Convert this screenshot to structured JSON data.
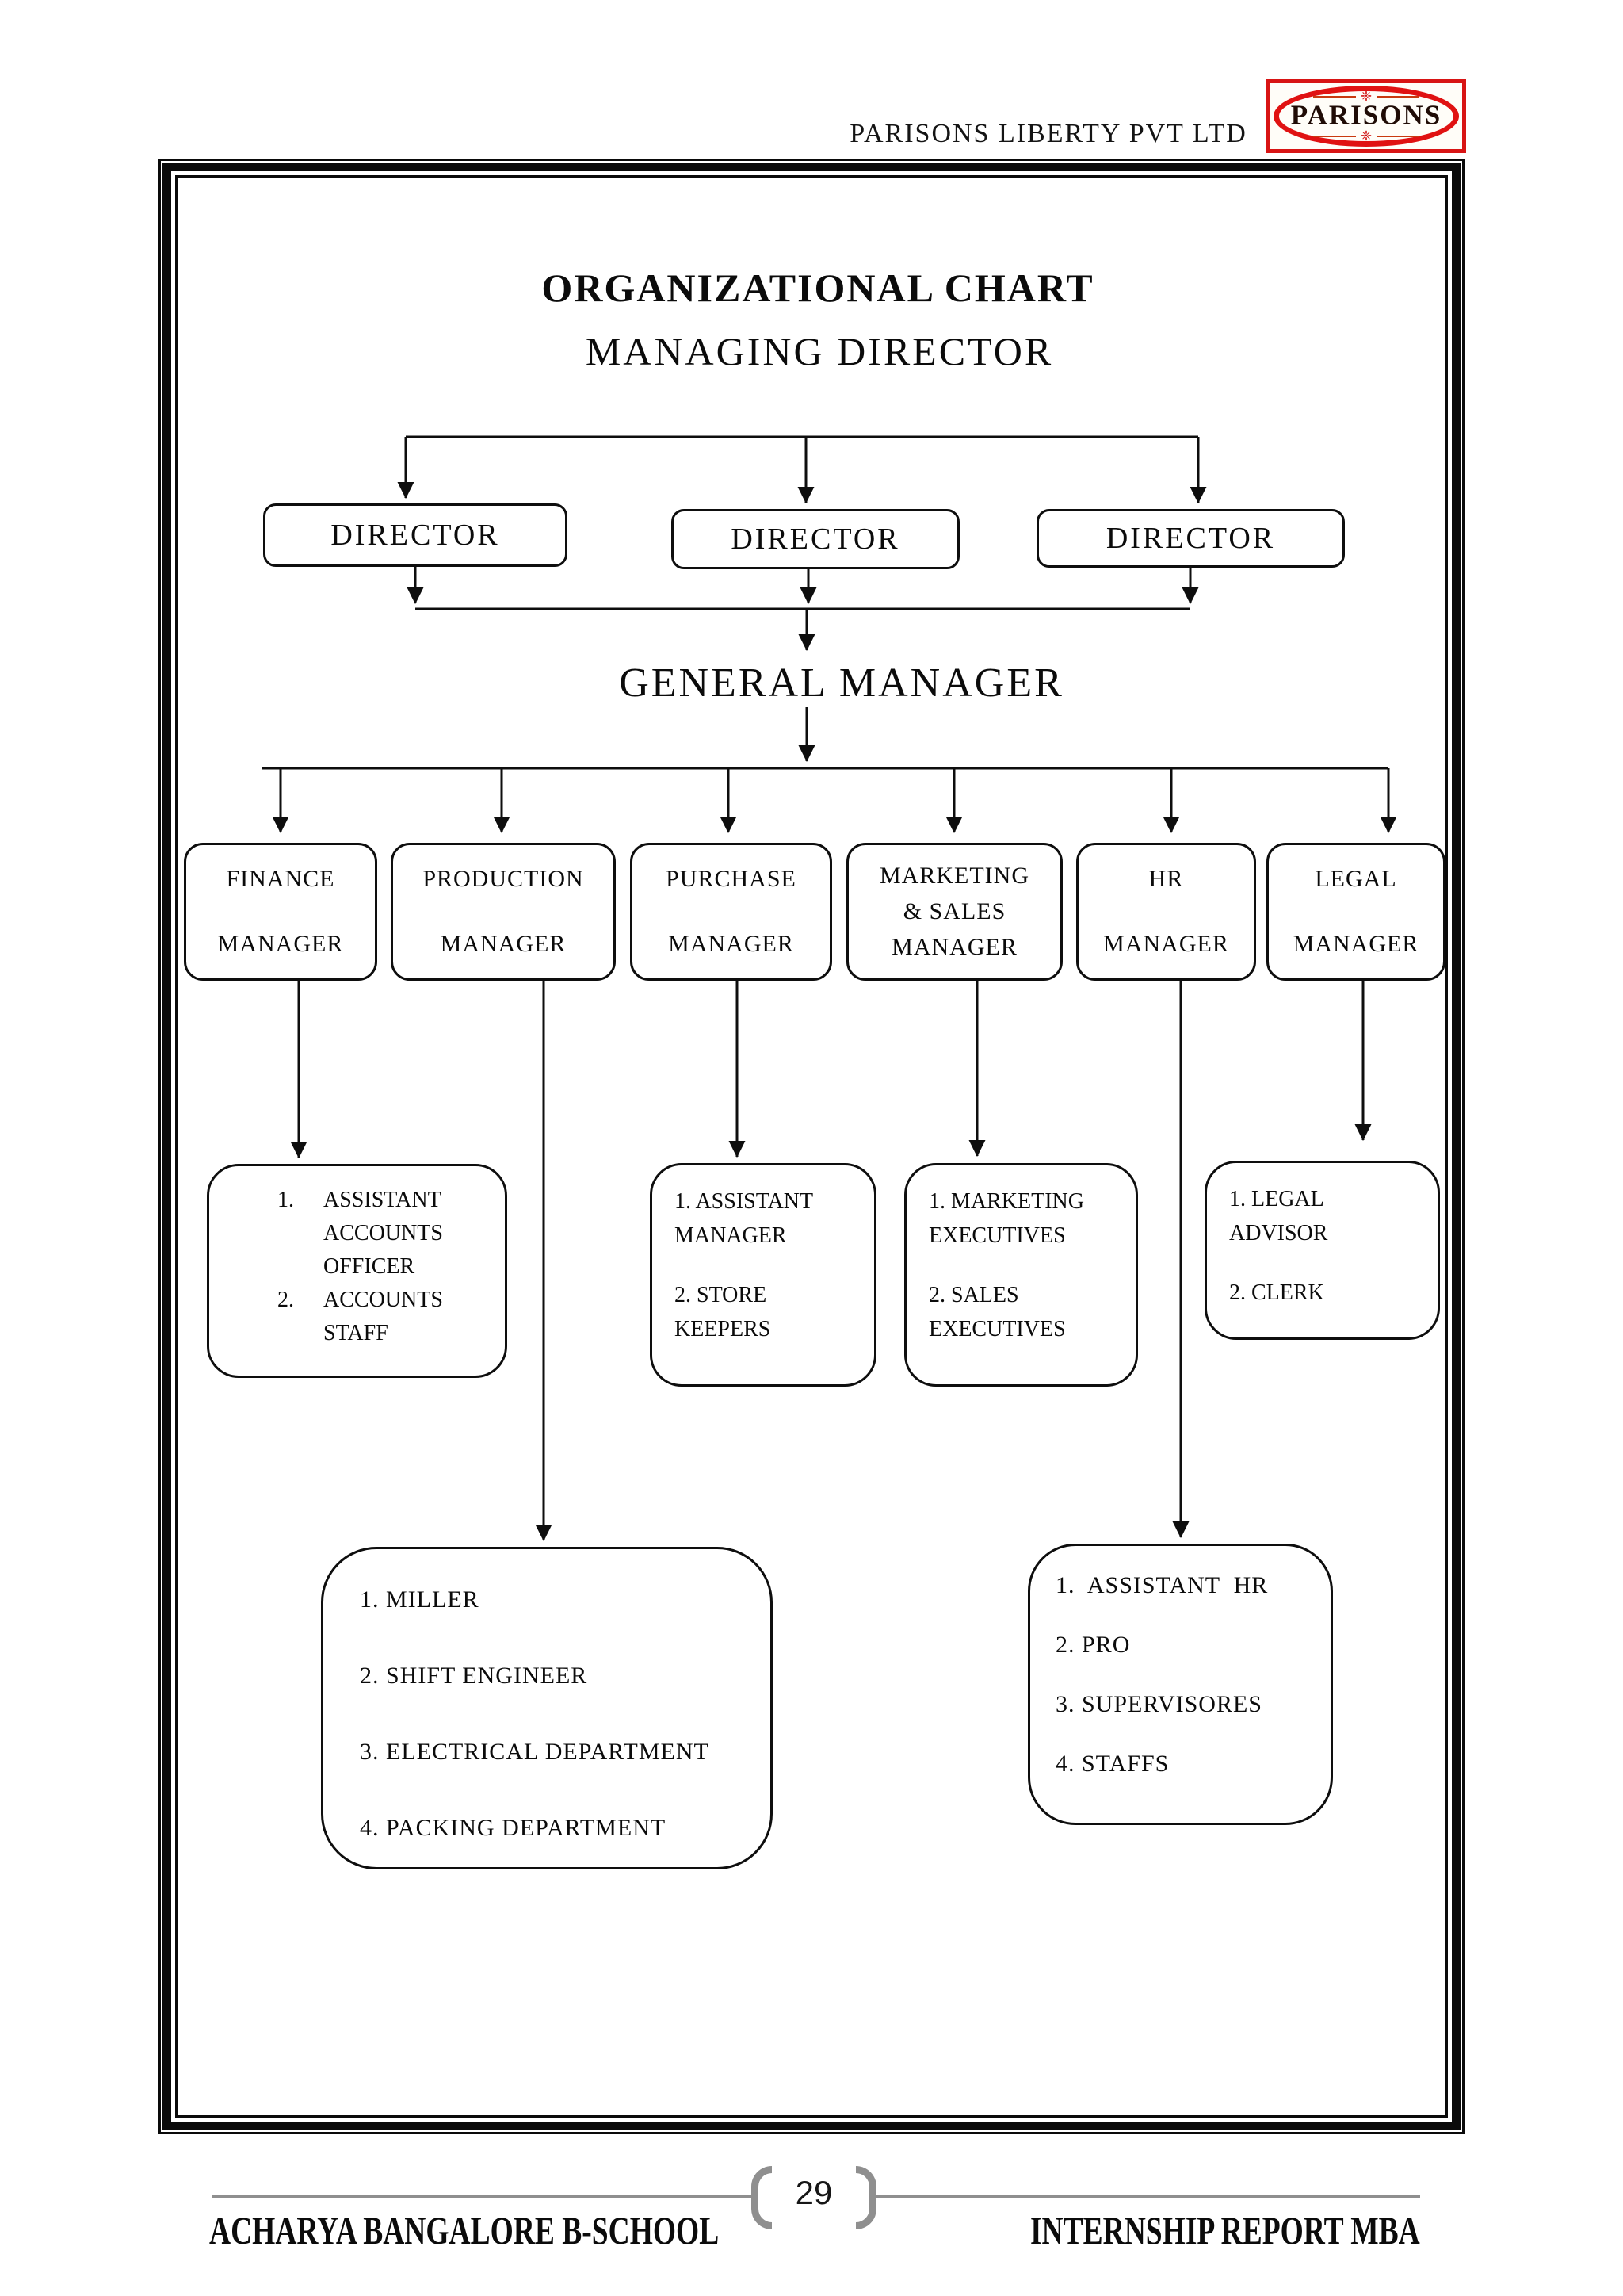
{
  "header": {
    "company": "PARISONS LIBERTY PVT LTD",
    "logo": {
      "text": "PARISONS",
      "ornament_glyph": "❈"
    }
  },
  "chart": {
    "title": "ORGANIZATIONAL CHART",
    "managing_director": "MANAGING DIRECTOR",
    "directors": [
      "DIRECTOR",
      "DIRECTOR",
      "DIRECTOR"
    ],
    "general_manager": "GENERAL MANAGER",
    "managers": [
      {
        "lines": [
          "FINANCE",
          "MANAGER"
        ]
      },
      {
        "lines": [
          "PRODUCTION",
          "MANAGER"
        ]
      },
      {
        "lines": [
          "PURCHASE",
          "MANAGER"
        ]
      },
      {
        "lines": [
          "MARKETING",
          "& SALES",
          "MANAGER"
        ]
      },
      {
        "lines": [
          "HR",
          "MANAGER"
        ]
      },
      {
        "lines": [
          "LEGAL",
          "MANAGER"
        ]
      }
    ],
    "finance_detail": {
      "items": [
        {
          "num": "1.",
          "lines": [
            "ASSISTANT",
            "ACCOUNTS",
            "OFFICER"
          ]
        },
        {
          "num": "2.",
          "lines": [
            "ACCOUNTS",
            "STAFF"
          ]
        }
      ]
    },
    "purchase_detail": {
      "lines": [
        "1. ASSISTANT",
        "MANAGER",
        "2. STORE",
        "KEEPERS"
      ]
    },
    "marketing_detail": {
      "lines": [
        "1. MARKETING",
        "EXECUTIVES",
        "2. SALES",
        "EXECUTIVES"
      ]
    },
    "legal_detail": {
      "lines": [
        "1. LEGAL",
        "ADVISOR",
        "2. CLERK"
      ]
    },
    "production_detail": {
      "lines": [
        "1. MILLER",
        "2. SHIFT ENGINEER",
        "3. ELECTRICAL DEPARTMENT",
        "4. PACKING DEPARTMENT"
      ]
    },
    "hr_detail": {
      "lines": [
        "1.  ASSISTANT  HR",
        "2. PRO",
        "3. SUPERVISORES",
        "4. STAFFS"
      ]
    }
  },
  "footer": {
    "left": "ACHARYA BANGALORE B-SCHOOL",
    "page_number": "29",
    "right": "INTERNSHIP REPORT MBA"
  },
  "colors": {
    "line": "#0e0e0e",
    "logo_red": "#e01212",
    "footer_gray": "#8f8f8f"
  }
}
